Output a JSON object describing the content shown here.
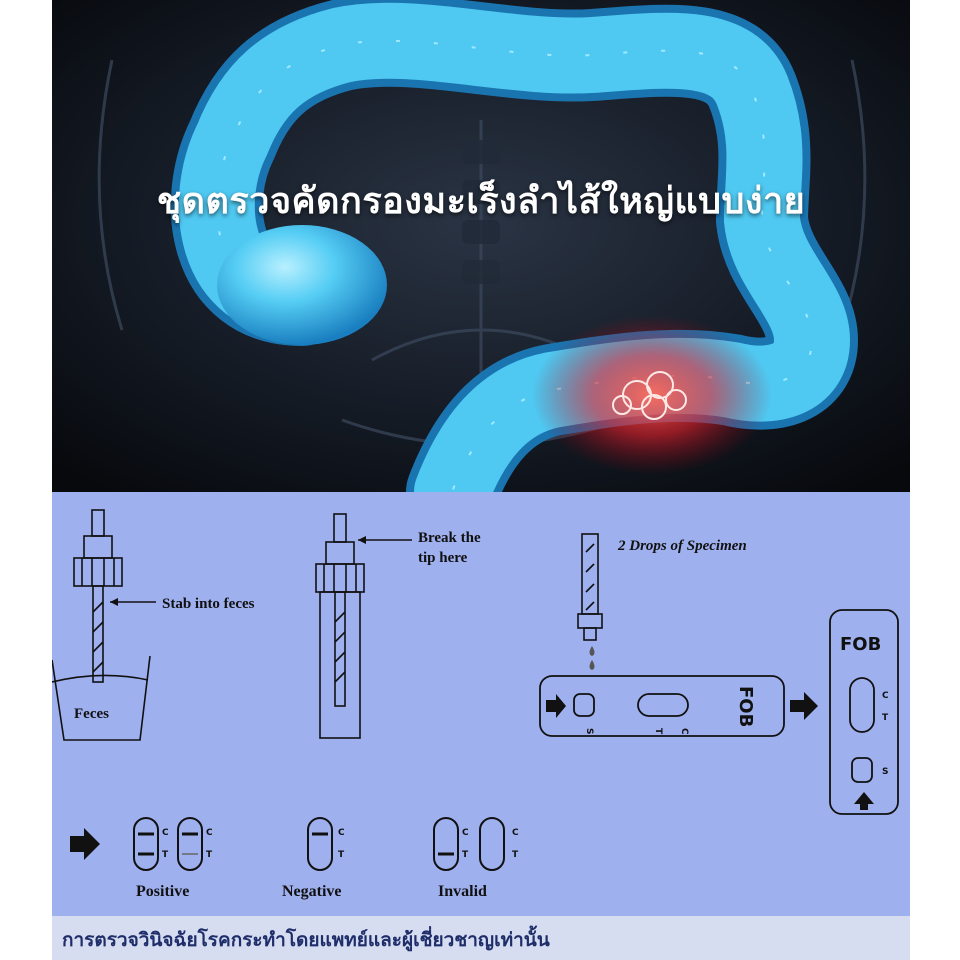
{
  "hero": {
    "title": "ชุดตรวจคัดกรองมะเร็งลำไส้ใหญ่แบบง่าย"
  },
  "steps": {
    "stab_label": "Stab into feces",
    "feces_label": "Feces",
    "break_label_1": "Break the",
    "break_label_2": "tip here",
    "drops_label": "2 Drops of Specimen",
    "device_brand": "FOB"
  },
  "marks": {
    "c": "C",
    "t": "T",
    "s": "S"
  },
  "results": {
    "positive": "Positive",
    "negative": "Negative",
    "invalid": "Invalid"
  },
  "footer": {
    "text": "การตรวจวินิจฉัยโรคกระทำโดยแพทย์และผู้เชี่ยวชาญเท่านั้น"
  },
  "colors": {
    "colon": "#4fc9f2",
    "tumor": "#ff3a2e",
    "panel": "#9fb0ef",
    "footer_text": "#1f2e6a"
  }
}
